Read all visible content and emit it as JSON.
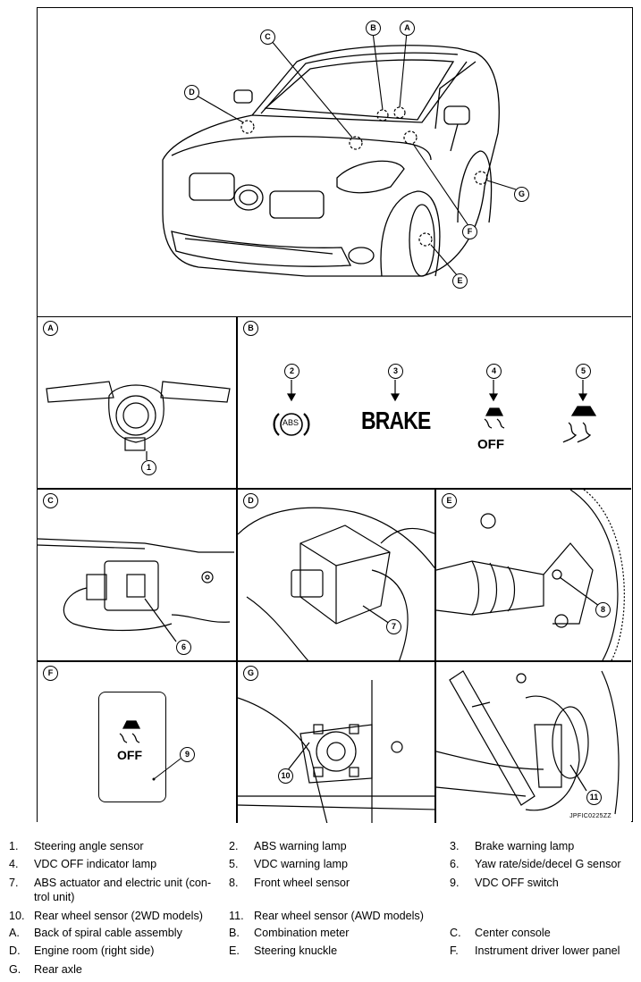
{
  "callouts": {
    "A": "A",
    "B": "B",
    "C": "C",
    "D": "D",
    "E": "E",
    "F": "F",
    "G": "G"
  },
  "numbers": [
    "1",
    "2",
    "3",
    "4",
    "5",
    "6",
    "7",
    "8",
    "9",
    "10",
    "11"
  ],
  "lamps": {
    "abs_text": "ABS",
    "brake_text": "BRAKE",
    "off_text": "OFF",
    "switch_off_text": "OFF"
  },
  "image_code": "JPFIC0225ZZ",
  "legend": [
    {
      "n": "1.",
      "t": "Steering angle sensor"
    },
    {
      "n": "2.",
      "t": "ABS warning lamp"
    },
    {
      "n": "3.",
      "t": "Brake warning lamp"
    },
    {
      "n": "4.",
      "t": "VDC OFF indicator lamp"
    },
    {
      "n": "5.",
      "t": "VDC warning lamp"
    },
    {
      "n": "6.",
      "t": "Yaw rate/side/decel G sensor"
    },
    {
      "n": "7.",
      "t": "ABS actuator and electric unit (con-\ntrol unit)"
    },
    {
      "n": "8.",
      "t": "Front wheel sensor"
    },
    {
      "n": "9.",
      "t": "VDC OFF switch"
    },
    {
      "n": "10.",
      "t": "Rear wheel sensor (2WD models)"
    },
    {
      "n": "11.",
      "t": "Rear wheel sensor (AWD models)"
    },
    {
      "n": "A.",
      "t": "Back of spiral cable assembly"
    },
    {
      "n": "B.",
      "t": "Combination meter"
    },
    {
      "n": "C.",
      "t": "Center console"
    },
    {
      "n": "D.",
      "t": "Engine room (right side)"
    },
    {
      "n": "E.",
      "t": "Steering knuckle"
    },
    {
      "n": "F.",
      "t": "Instrument driver lower panel"
    },
    {
      "n": "G.",
      "t": "Rear axle"
    }
  ]
}
